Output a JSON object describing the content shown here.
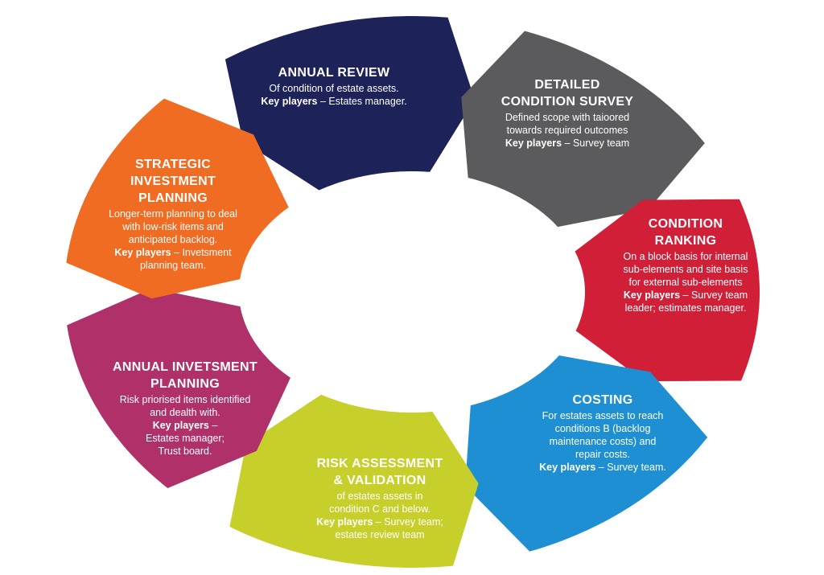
{
  "colors": {
    "annual_review": "#1d2359",
    "detailed_condition_survey": "#5b5b5d",
    "condition_ranking": "#d11f37",
    "costing": "#1e8fd2",
    "risk_assessment": "#c7d02b",
    "annual_investment_planning": "#b0306a",
    "strategic_investment_planning": "#ef6c22",
    "label_text": "#ffffff",
    "background": "#ffffff"
  },
  "segments": {
    "annual_review": {
      "title": "ANNUAL REVIEW",
      "description": "Of condition of estate assets.",
      "key_players_label": "Key players",
      "key_players": " – Estates manager."
    },
    "detailed_condition_survey": {
      "title": "DETAILED\nCONDITION SURVEY",
      "description": "Defined scope with taioored\ntowards required outcomes",
      "key_players_label": "Key players",
      "key_players": " – Survey team"
    },
    "condition_ranking": {
      "title": "CONDITION\nRANKING",
      "description": "On a block basis for internal\nsub-elements and site basis\nfor external sub-elements",
      "key_players_label": "Key players",
      "key_players": " – Survey team\nleader; estimates manager."
    },
    "costing": {
      "title": "COSTING",
      "description": "For estates assets to reach\nconditions B (backlog\nmaintenance costs) and\nrepair costs.",
      "key_players_label": "Key players",
      "key_players": " – Survey team."
    },
    "risk_assessment": {
      "title": "RISK ASSESSMENT\n& VALIDATION",
      "description": "of estates assets in\ncondition C and below.",
      "key_players_label": "Key players",
      "key_players": " – Survey team;\nestates review team"
    },
    "annual_investment_planning": {
      "title": "ANNUAL INVETSMENT\nPLANNING",
      "description": "Risk priorised items identified\nand dealth with.",
      "key_players_label": "Key players",
      "key_players": " –\nEstates manager;\nTrust board."
    },
    "strategic_investment_planning": {
      "title": "STRATEGIC\nINVESTMENT\nPLANNING",
      "description": "Longer-term planning to deal\nwith low-risk items and\nanticipated backlog.",
      "key_players_label": "Key players",
      "key_players": " – Invetsment\nplanning team."
    }
  }
}
